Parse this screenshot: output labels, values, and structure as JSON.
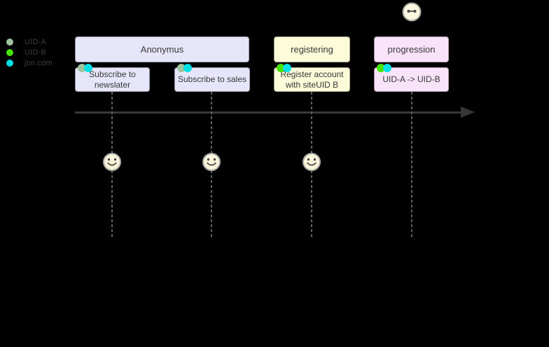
{
  "diagram": {
    "background_color": "#000000",
    "legend": {
      "text_color": "#3d3d3d",
      "items": [
        {
          "label": "UID-A",
          "color": "#9dc49d",
          "icon": "uid-a-dot-icon"
        },
        {
          "label": "UID-B",
          "color": "#45e400",
          "icon": "uid-b-dot-icon"
        },
        {
          "label": "jon.com",
          "color": "#00e0e6",
          "icon": "jon-com-dot-icon"
        }
      ]
    },
    "phases": [
      {
        "label": "Anonymus",
        "fill": "#e6e6fa"
      },
      {
        "label": "registering",
        "fill": "#fcfcda"
      },
      {
        "label": "progression",
        "fill": "#f8e3f8"
      }
    ],
    "events": [
      {
        "label": "Subscribe to newslater",
        "fill": "#e6e6fa",
        "markers": [
          "UID-A",
          "jon.com"
        ]
      },
      {
        "label": "Subscribe to sales",
        "fill": "#e6e6fa",
        "markers": [
          "UID-A",
          "jon.com"
        ]
      },
      {
        "label": "Register account with siteUID B",
        "fill": "#fcfcda",
        "markers": [
          "UID-B",
          "jon.com"
        ]
      },
      {
        "label": "UID-A -> UID-B",
        "fill": "#f8e3f8",
        "markers": [
          "UID-B",
          "jon.com"
        ]
      }
    ],
    "marker_colors": {
      "UID-A": "#9dc49d",
      "UID-B": "#45e400",
      "jon.com": "#00e0e6"
    },
    "timeline": {
      "arrow_color": "#383838",
      "lifeline_color": "#5f5f5f",
      "lifeline_style": "dashed"
    },
    "icons": {
      "lifeline_face": "smiley-face",
      "top_face": "dash-eyes-face"
    }
  }
}
